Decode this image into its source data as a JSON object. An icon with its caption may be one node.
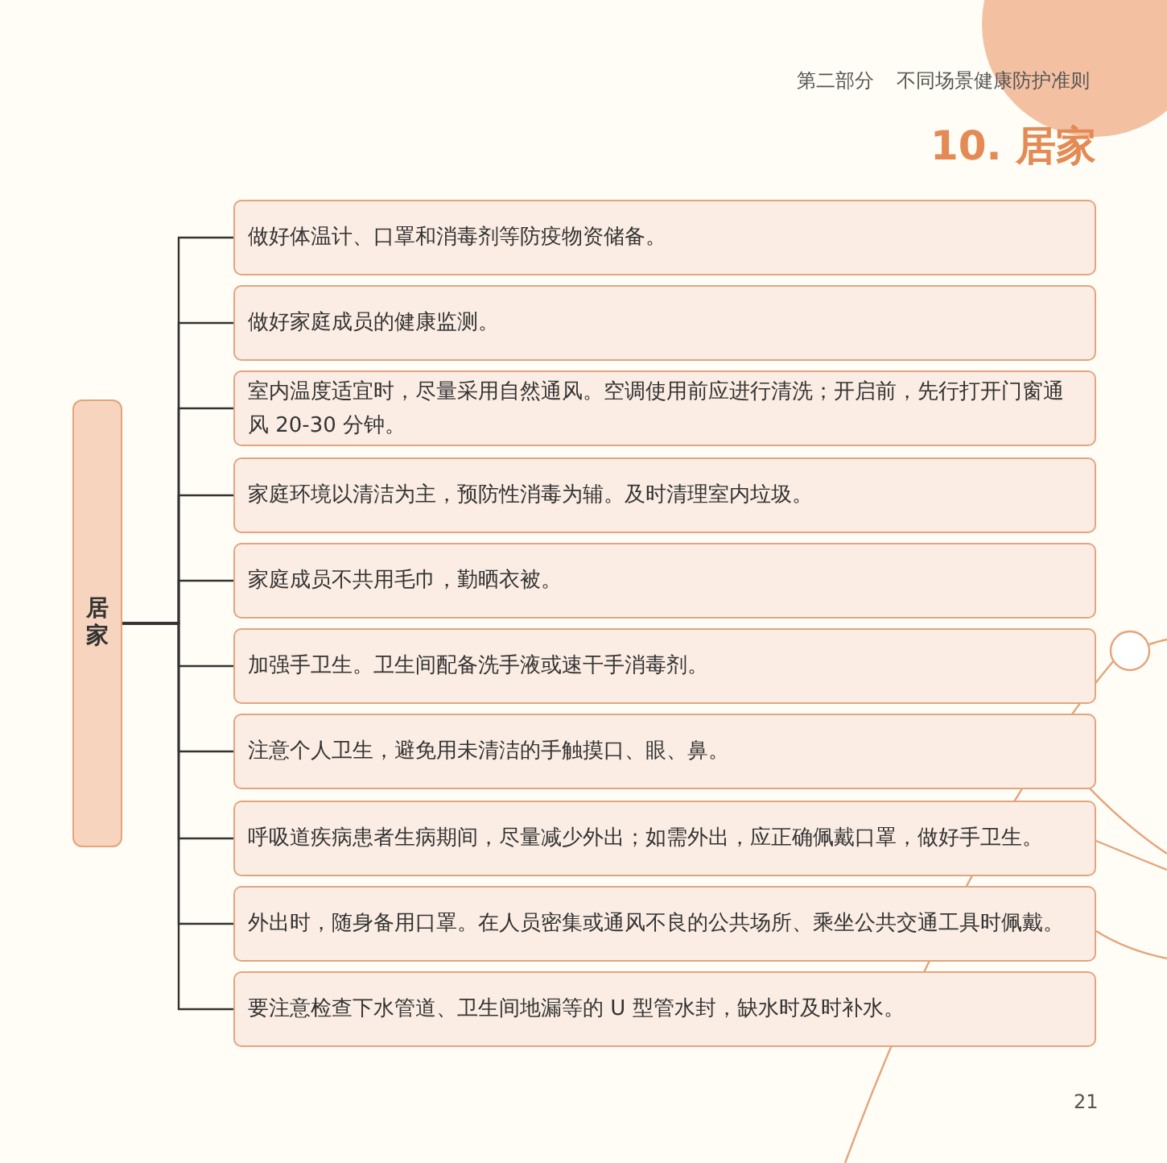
{
  "diagram": {
    "title": "10. 居家",
    "nodes": [
      {
        "text": [
          "居家"
        ]
      },
      {
        "text": [
          "做好体温计、口罩和消毒剂等防疫物资储备。"
        ]
      },
      {
        "text": [
          "做好家庭成员的健康监测。"
        ]
      },
      {
        "text": [
          "室内温度适宜时，尽量采用自然通风。空调使用前应进行清洗；开启前，先行打开门窗通风 20-30 分钟。"
        ]
      },
      {
        "text": [
          "家庭环境以清洁为主，预防性消毒为辅。及时清理室内垃圾。"
        ]
      },
      {
        "text": [
          "家庭成员不共用毛巾，勤晒衣被。"
        ]
      },
      {
        "text": [
          "加强手卫生。卫生间配备洗手液或速干手消毒剂。"
        ]
      },
      {
        "text": [
          "注意个人卫生，避免用未清洁的手触摸口、眼、鼻。"
        ]
      },
      {
        "text": [
          "呼吸道疾病患者生病期间，尽量减少外出；如需外出，应正确佩戴口罩，做好手卫生。"
        ]
      },
      {
        "text": [
          "外出时，随身备用口罩。在人员密集或通风不良的公共场所、乘坐公共交通工具时佩戴。"
        ]
      },
      {
        "text": [
          "要注意检查下水管道、卫生间地漏等的 U 型管水封，缺水时及时补水。"
        ]
      }
    ],
    "edges": [
      {
        "from": 0,
        "to": 1,
        "arrow": "none"
      },
      {
        "from": 0,
        "to": 2,
        "arrow": "none"
      },
      {
        "from": 0,
        "to": 3,
        "arrow": "none"
      },
      {
        "from": 0,
        "to": 4,
        "arrow": "none"
      },
      {
        "from": 0,
        "to": 5,
        "arrow": "none"
      },
      {
        "from": 0,
        "to": 6,
        "arrow": "none"
      },
      {
        "from": 0,
        "to": 7,
        "arrow": "none"
      },
      {
        "from": 0,
        "to": 8,
        "arrow": "none"
      },
      {
        "from": 0,
        "to": 9,
        "arrow": "none"
      },
      {
        "from": 0,
        "to": 10,
        "arrow": "none"
      }
    ],
    "labels": [
      "第二部分",
      "不同场景健康防护准则",
      "21"
    ]
  }
}
